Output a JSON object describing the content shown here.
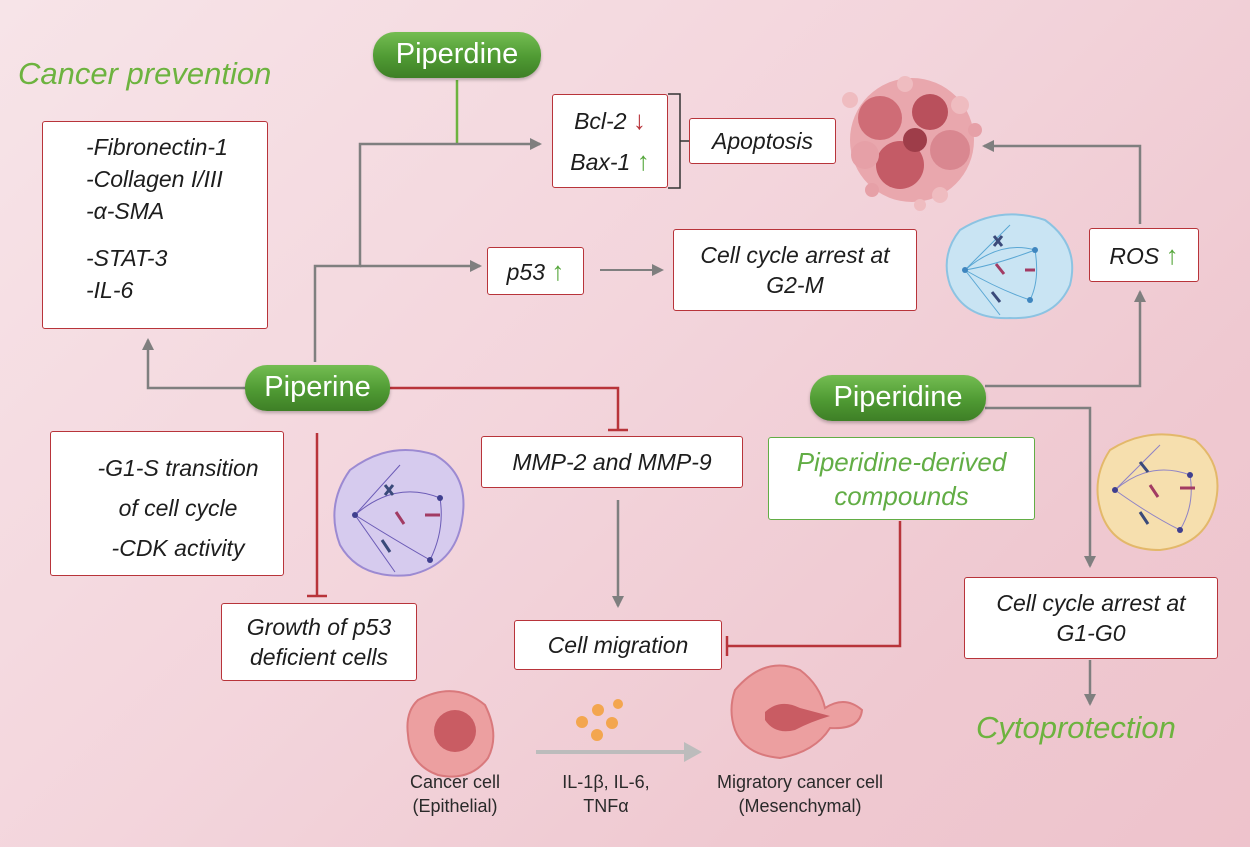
{
  "sections": {
    "cancer_prevention": "Cancer prevention",
    "cytoprotection": "Cytoprotection"
  },
  "compounds": {
    "piperdine": "Piperdine",
    "piperine": "Piperine",
    "piperidine": "Piperidine",
    "piperidine_derived": "Piperidine-derived compounds"
  },
  "inhibit_list_1": [
    "-Fibronectin-1",
    "-Collagen I/III",
    "-α-SMA",
    "-STAT-3",
    "-IL-6"
  ],
  "inhibit_list_2": [
    "-G1-S transition",
    "of cell cycle",
    "-CDK activity"
  ],
  "bcl": {
    "bcl2": "Bcl-2",
    "bax1": "Bax-1"
  },
  "apoptosis": "Apoptosis",
  "p53": "p53",
  "g2m": "Cell cycle arrest at G2-M",
  "ros": "ROS",
  "mmp": "MMP-2 and MMP-9",
  "cell_migration": "Cell migration",
  "growth_p53": "Growth of p53 deficient cells",
  "g1g0": "Cell cycle arrest at G1-G0",
  "captions": {
    "cancer_cell": "Cancer cell",
    "cancer_cell_sub": "(Epithelial)",
    "cytokines": "IL-1β, IL-6,",
    "cytokines_2": "TNFα",
    "migratory": "Migratory cancer cell",
    "migratory_sub": "(Mesenchymal)"
  },
  "symbols": {
    "up": "↑",
    "down": "↓"
  },
  "colors": {
    "accent_green": "#62ad45",
    "inhibit_red": "#b8343a",
    "arrow_grey": "#7f7f7f"
  }
}
